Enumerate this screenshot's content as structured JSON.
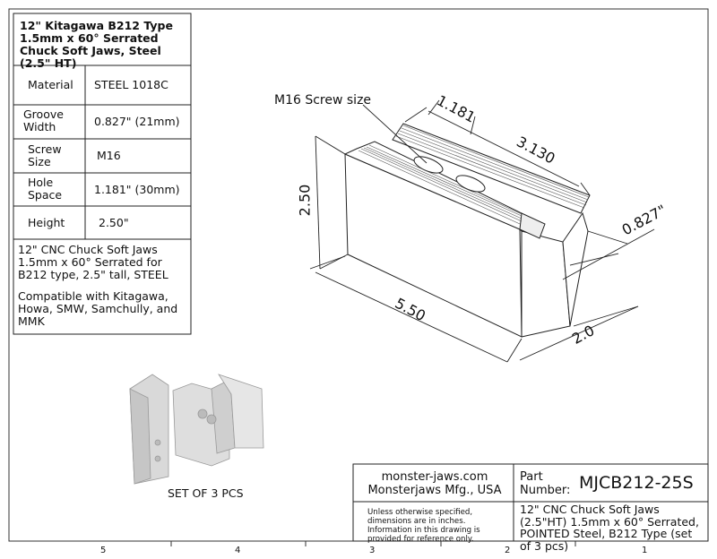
{
  "spec_table": {
    "title": "12\" Kitagawa B212 Type 1.5mm x 60° Serrated Chuck Soft Jaws, Steel (2.5\" HT)",
    "rows": [
      {
        "label": "Material",
        "value": "STEEL 1018C"
      },
      {
        "label": "Groove Width",
        "value": "0.827\" (21mm)"
      },
      {
        "label": "Screw Size",
        "value": "M16"
      },
      {
        "label": "Hole Space",
        "value": "1.181\" (30mm)"
      },
      {
        "label": "Height",
        "value": "2.50\""
      }
    ],
    "description_1": "12\" CNC Chuck Soft Jaws 1.5mm x 60° Serrated for B212 type, 2.5\" tall, STEEL",
    "description_2": "Compatible with Kitagawa, Howa, SMW, Samchully, and MMK"
  },
  "drawing": {
    "callout": "M16 Screw size",
    "dim_hole_space": "1.181",
    "dim_top_length": "3.130",
    "dim_height": "2.50",
    "dim_groove": "0.827\"",
    "dim_length": "5.50",
    "dim_width": "2.0"
  },
  "set_caption": "SET OF 3 PCS",
  "title_block": {
    "website": "monster-jaws.com",
    "company": "Monsterjaws Mfg., USA",
    "part_label": "Part Number:",
    "part_number": "MJCB212-25S",
    "disclaimer": "Unless otherwise specified, dimensions are in inches.  Information in this drawing is provided for reference only.",
    "part_description": "12\" CNC Chuck Soft Jaws (2.5\"HT) 1.5mm x 60° Serrated, POINTED Steel, B212 Type (set of 3 pcs)"
  },
  "zones": [
    "5",
    "4",
    "3",
    "2",
    "1"
  ]
}
